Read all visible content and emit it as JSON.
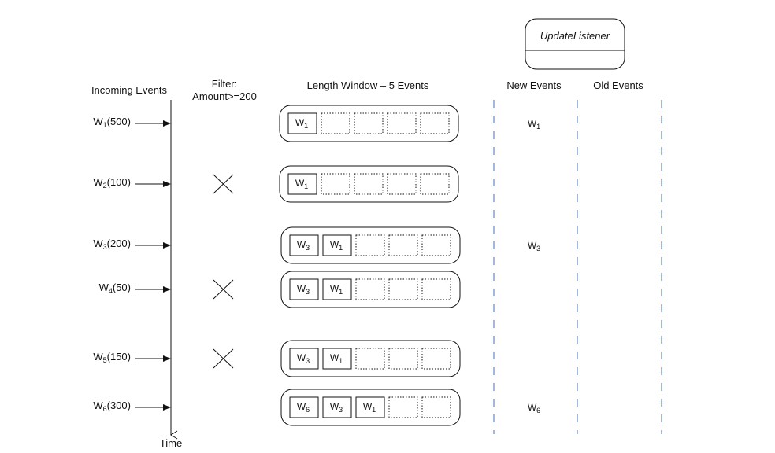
{
  "headers": {
    "incoming": "Incoming Events",
    "filter_line1": "Filter:",
    "filter_line2": "Amount>=200",
    "window": "Length Window – 5 Events",
    "new_events": "New Events",
    "old_events": "Old Events",
    "time": "Time"
  },
  "listener": {
    "title": "UpdateListener"
  },
  "window_size": 5,
  "rows": [
    {
      "event": {
        "base": "W",
        "sub": "1",
        "amount": "(500)"
      },
      "filtered_out": false,
      "window": [
        {
          "base": "W",
          "sub": "1"
        }
      ],
      "new_event": {
        "base": "W",
        "sub": "1"
      }
    },
    {
      "event": {
        "base": "W",
        "sub": "2",
        "amount": "(100)"
      },
      "filtered_out": true,
      "window": [
        {
          "base": "W",
          "sub": "1"
        }
      ],
      "new_event": null
    },
    {
      "event": {
        "base": "W",
        "sub": "3",
        "amount": "(200)"
      },
      "filtered_out": false,
      "window": [
        {
          "base": "W",
          "sub": "3"
        },
        {
          "base": "W",
          "sub": "1"
        }
      ],
      "new_event": {
        "base": "W",
        "sub": "3"
      }
    },
    {
      "event": {
        "base": "W",
        "sub": "4",
        "amount": "(50)"
      },
      "filtered_out": true,
      "window": [
        {
          "base": "W",
          "sub": "3"
        },
        {
          "base": "W",
          "sub": "1"
        }
      ],
      "new_event": null
    },
    {
      "event": {
        "base": "W",
        "sub": "5",
        "amount": "(150)"
      },
      "filtered_out": true,
      "window": [
        {
          "base": "W",
          "sub": "3"
        },
        {
          "base": "W",
          "sub": "1"
        }
      ],
      "new_event": null
    },
    {
      "event": {
        "base": "W",
        "sub": "6",
        "amount": "(300)"
      },
      "filtered_out": false,
      "window": [
        {
          "base": "W",
          "sub": "6"
        },
        {
          "base": "W",
          "sub": "3"
        },
        {
          "base": "W",
          "sub": "1"
        }
      ],
      "new_event": {
        "base": "W",
        "sub": "6"
      }
    }
  ],
  "colors": {
    "divider": "#6f93c8",
    "stroke": "#111111"
  }
}
